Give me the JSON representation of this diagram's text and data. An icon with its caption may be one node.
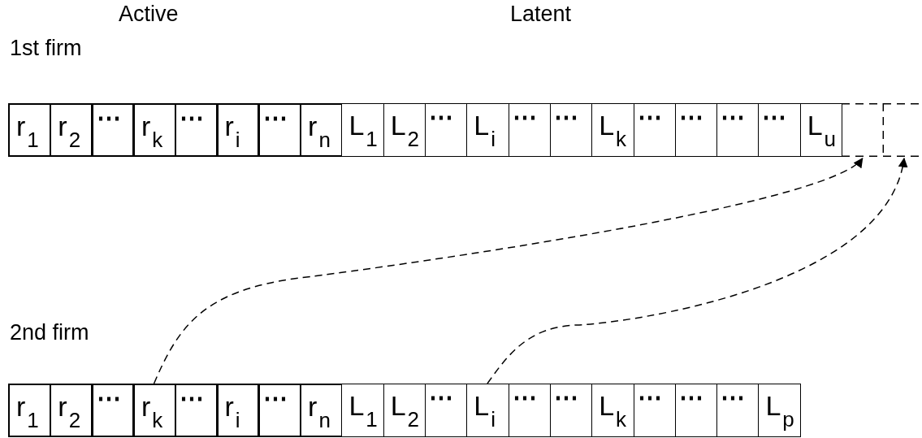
{
  "diagram": {
    "nodes": [
      {
        "text": [
          "r$_{1}$"
        ]
      },
      {
        "text": [
          "r$_{2}$"
        ]
      },
      {
        "text": [
          "⋯"
        ]
      },
      {
        "text": [
          "r$_{k}$"
        ]
      },
      {
        "text": [
          "⋯"
        ]
      },
      {
        "text": [
          "r$_{i}$"
        ]
      },
      {
        "text": [
          "⋯"
        ]
      },
      {
        "text": [
          "r$_{n}$"
        ]
      },
      {
        "text": [
          "L$_{1}$"
        ]
      },
      {
        "text": [
          "L$_{2}$"
        ]
      },
      {
        "text": [
          "⋯"
        ]
      },
      {
        "text": [
          "L$_{i}$"
        ]
      },
      {
        "text": [
          "⋯"
        ]
      },
      {
        "text": [
          "⋯"
        ]
      },
      {
        "text": [
          "L$_{k}$"
        ]
      },
      {
        "text": [
          "⋯"
        ]
      },
      {
        "text": [
          "⋯"
        ]
      },
      {
        "text": [
          "⋯"
        ]
      },
      {
        "text": [
          "⋯"
        ]
      },
      {
        "text": [
          "L$_{u}$"
        ]
      },
      {
        "text": [],
        "shape": "box"
      },
      {
        "text": [],
        "shape": "box"
      },
      {
        "text": [
          "r$_{1}$"
        ]
      },
      {
        "text": [
          "r$_{2}$"
        ]
      },
      {
        "text": [
          "⋯"
        ]
      },
      {
        "text": [
          "r$_{k}$"
        ]
      },
      {
        "text": [
          "⋯"
        ]
      },
      {
        "text": [
          "r$_{i}$"
        ]
      },
      {
        "text": [
          "⋯"
        ]
      },
      {
        "text": [
          "r$_{n}$"
        ]
      },
      {
        "text": [
          "L$_{1}$"
        ]
      },
      {
        "text": [
          "L$_{2}$"
        ]
      },
      {
        "text": [
          "⋯"
        ]
      },
      {
        "text": [
          "L$_{i}$"
        ]
      },
      {
        "text": [
          "⋯"
        ]
      },
      {
        "text": [
          "⋯"
        ]
      },
      {
        "text": [
          "L$_{k}$"
        ]
      },
      {
        "text": [
          "⋯"
        ]
      },
      {
        "text": [
          "⋯"
        ]
      },
      {
        "text": [
          "⋯"
        ]
      },
      {
        "text": [
          "L$_{p}$"
        ]
      }
    ],
    "edges": [
      {
        "from": 25,
        "to": 20,
        "arrow": "to",
        "style": "dashed"
      },
      {
        "from": 33,
        "to": 21,
        "arrow": "to",
        "style": "dashed"
      }
    ],
    "labels": [
      "Active",
      "Latent",
      "1st firm",
      "2nd firm"
    ]
  }
}
